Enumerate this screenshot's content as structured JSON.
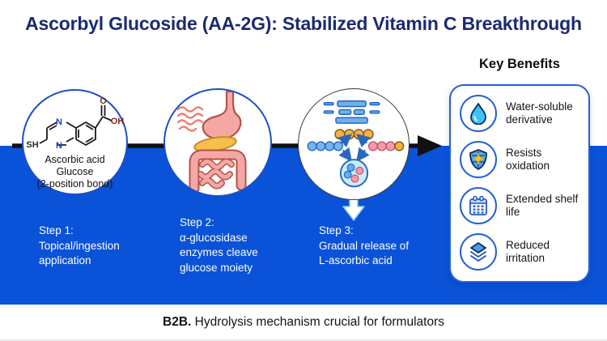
{
  "title": "Ascorbyl Glucoside (AA-2G): Stabilized Vitamin C Breakthrough",
  "colors": {
    "background_blue": "#0a52d8",
    "title_navy": "#1c2a70",
    "circle_border_blue": "#1d4fc4",
    "panel_border_blue": "#2261d6",
    "arrow_black": "#111111"
  },
  "molecule": {
    "sh": "SH",
    "n_top": "N",
    "n_bottom": "N",
    "o": "O",
    "oh": "OH",
    "caption_lines": [
      "Ascorbic acid",
      "Glucose",
      "(2-position bond)"
    ]
  },
  "steps": [
    {
      "label": "Step 1:",
      "lines": [
        "Topical/ingestion",
        "application"
      ]
    },
    {
      "label": "Step 2:",
      "lines": [
        "α-glucosidase",
        "enzymes cleave",
        "glucose moiety"
      ]
    },
    {
      "label": "Step 3:",
      "lines": [
        "Gradual release of",
        "L-ascorbic acid"
      ]
    }
  ],
  "benefits": {
    "title": "Key Benefits",
    "items": [
      {
        "icon": "water-drop-icon",
        "label": "Water-soluble derivative"
      },
      {
        "icon": "shield-icon",
        "label": "Resists oxidation"
      },
      {
        "icon": "calendar-icon",
        "label": "Extended shelf life"
      },
      {
        "icon": "layers-icon",
        "label": "Reduced irritation"
      }
    ]
  },
  "footer": {
    "prefix": "B2B.",
    "text": " Hydrolysis mechanism crucial for formulators"
  }
}
